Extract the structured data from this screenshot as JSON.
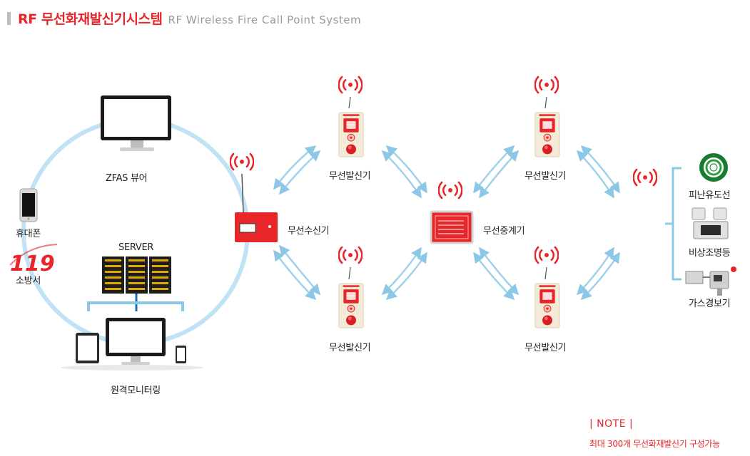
{
  "title": {
    "korean": "RF 무선화재발신기시스템",
    "english": "RF Wireless Fire Call Point System"
  },
  "nodes": {
    "zfas_viewer": "ZFAS 뷰어",
    "server": "SERVER",
    "mobile": "휴대폰",
    "fire_station": "소방서",
    "fire_station_logo": "119",
    "remote_monitoring": "원격모니터링",
    "receiver": "무선수신기",
    "repeater": "무선중계기",
    "call_point_1": "무선발신기",
    "call_point_2": "무선발신기",
    "call_point_3": "무선발신기",
    "call_point_4": "무선발신기",
    "evac_guide_line": "피난유도선",
    "emergency_light": "비상조명등",
    "gas_alarm": "가스경보기"
  },
  "note": {
    "heading": "| NOTE |",
    "text": "최대 300개 무선화재발신기 구성가능"
  },
  "colors": {
    "accent_red": "#e8262a",
    "circle_blue": "#bfe3f4",
    "arrow_blue": "#9fd2ea",
    "bracket_blue": "#8cc8e6"
  }
}
